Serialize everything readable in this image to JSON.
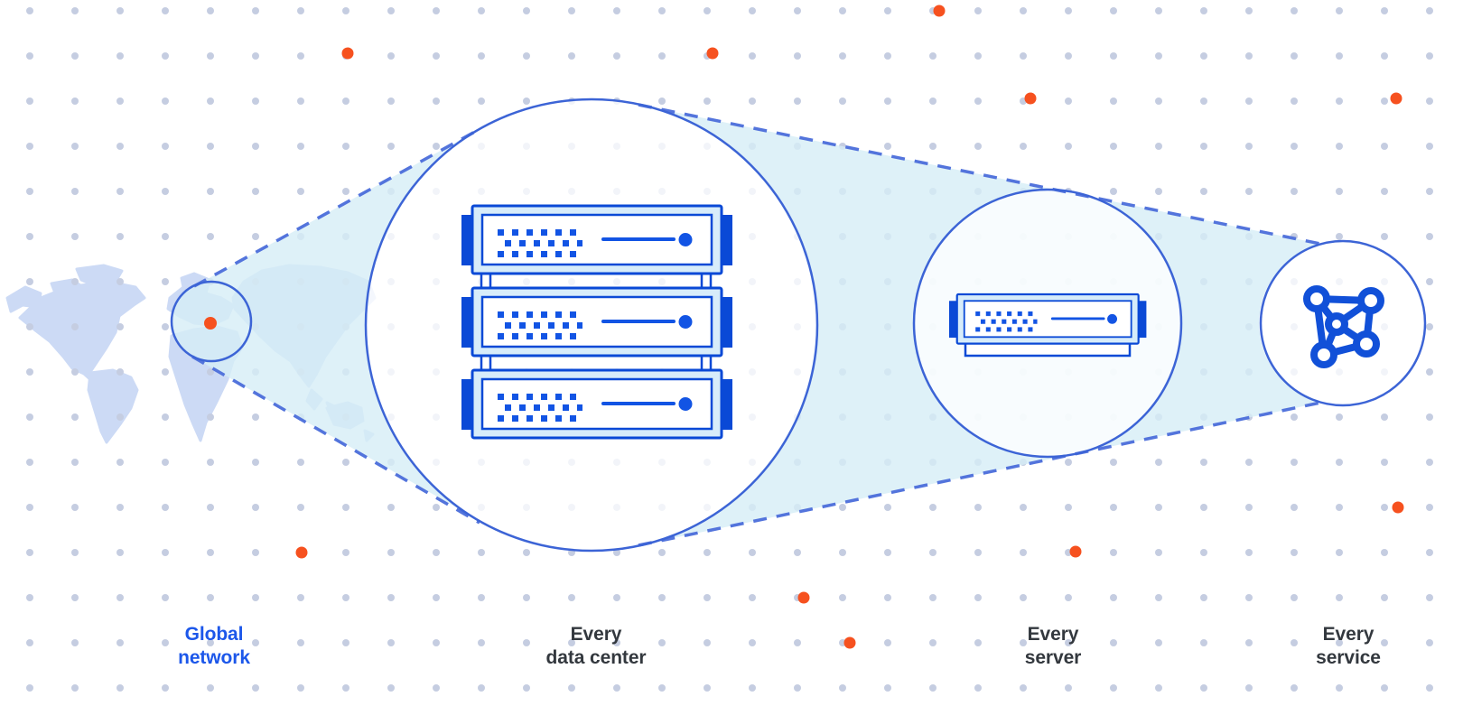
{
  "figure": {
    "title": "network zoom sequence diagram",
    "background_pattern": "dot-grid",
    "stages": [
      {
        "id": "global-network",
        "label_lines": [
          "Global",
          "network"
        ],
        "emphasis": "blue",
        "icon": "world-map-focus-circle",
        "marker": "orange-dot-on-europe"
      },
      {
        "id": "every-data-center",
        "label_lines": [
          "Every",
          "data center"
        ],
        "emphasis": "dark",
        "icon": "server-rack-stack-3-units"
      },
      {
        "id": "every-server",
        "label_lines": [
          "Every",
          "server"
        ],
        "emphasis": "dark",
        "icon": "server-unit-on-tray"
      },
      {
        "id": "every-service",
        "label_lines": [
          "Every",
          "service"
        ],
        "emphasis": "dark",
        "icon": "mesh-network-icon"
      }
    ],
    "connectors": "dashed-zoom-cones",
    "accent_dot_count": 11,
    "colors": {
      "accent_blue": "#1254e4",
      "dark_blue": "#0a49d6",
      "server_panel_light": "#d7ecfa",
      "circle_stroke": "#3c64d6",
      "dashed_line": "#5374dc",
      "cyan_fill": "#d8edf7",
      "map_fill": "#ccdaf5",
      "grid_dot": "#c5cde1",
      "orange_dot": "#f6511f",
      "label_dark": "#33383e",
      "label_blue": "#1c57ea"
    }
  }
}
